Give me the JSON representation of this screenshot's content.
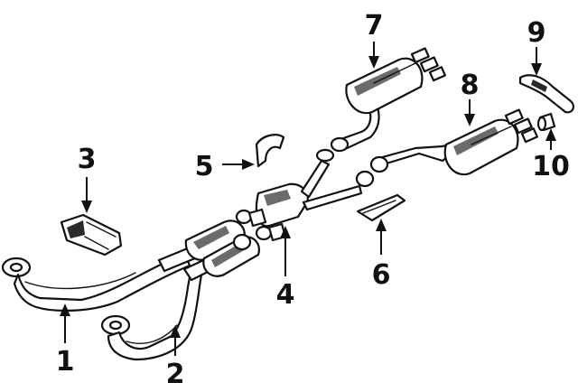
{
  "callouts": [
    {
      "id": "1",
      "label": "1"
    },
    {
      "id": "2",
      "label": "2"
    },
    {
      "id": "3",
      "label": "3"
    },
    {
      "id": "4",
      "label": "4"
    },
    {
      "id": "5",
      "label": "5"
    },
    {
      "id": "6",
      "label": "6"
    },
    {
      "id": "7",
      "label": "7"
    },
    {
      "id": "8",
      "label": "8"
    },
    {
      "id": "9",
      "label": "9"
    },
    {
      "id": "10",
      "label": "10"
    }
  ],
  "colors": {
    "ink": "#111111",
    "background": "#ffffff",
    "shade": "#6b6b6b"
  }
}
